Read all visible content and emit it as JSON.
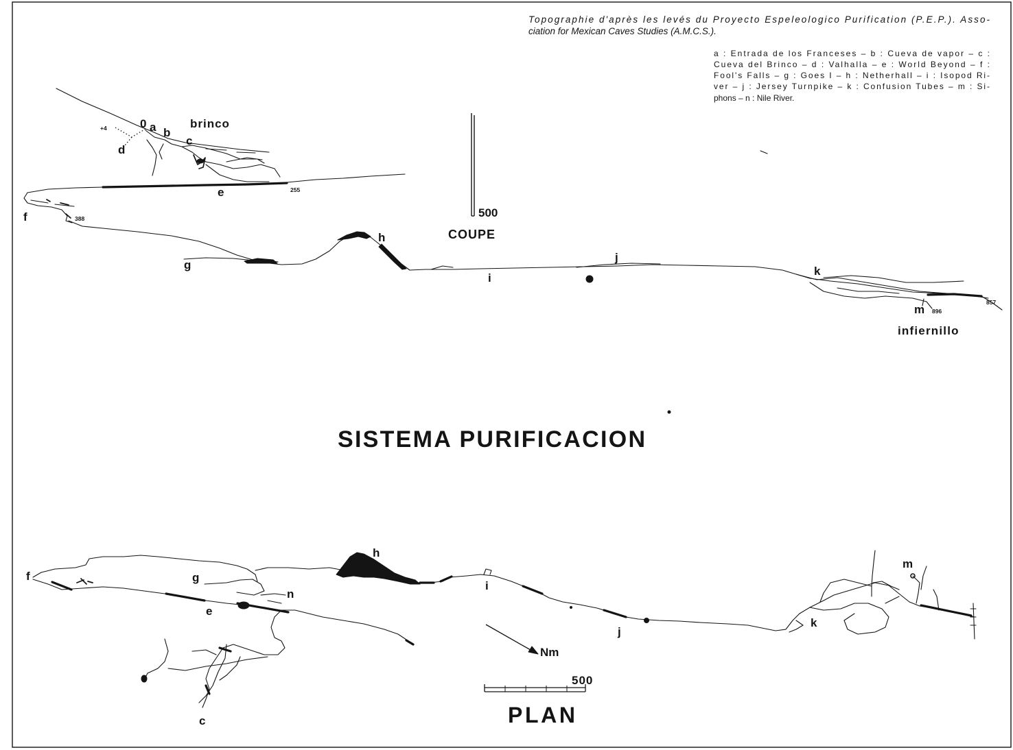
{
  "map": {
    "title": "SISTEMA PURIFICACION",
    "credit": {
      "line1": "Topographie d'après les levés du Proyecto Espeleologico Purification (P.E.P.). Asso-",
      "line2": "ciation for Mexican Caves Studies (A.M.C.S.)."
    },
    "legend": {
      "lines": [
        "a : Entrada de los Franceses – b : Cueva de vapor – c :",
        "Cueva del Brinco – d : Valhalla – e : World Beyond – f :",
        "Fool's Falls – g : Goes I – h : Netherhall – i : Isopod Ri-",
        "ver – j : Jersey Turnpike – k : Confusion Tubes – m : Si-",
        "phons – n : Nile River."
      ]
    },
    "coupe": {
      "view_label": "COUPE",
      "scale_label": "500",
      "labels": {
        "plus4": "+4",
        "zero": "0",
        "a": "a",
        "b": "b",
        "brinco": "brinco",
        "c": "c",
        "d": "d",
        "e": "e",
        "depth_e": "255",
        "f": "f",
        "depth_f": "388",
        "g": "g",
        "h": "h",
        "i": "i",
        "j": "j",
        "k": "k",
        "m": "m",
        "depth_m": "896",
        "depth_end": "857",
        "infiernillo": "infiernillo"
      }
    },
    "plan": {
      "view_label": "PLAN",
      "scale_label": "500",
      "north_label": "Nm",
      "labels": {
        "f": "f",
        "g": "g",
        "n": "n",
        "e": "e",
        "h": "h",
        "i": "i",
        "j": "j",
        "k": "k",
        "m": "m",
        "c": "c"
      }
    },
    "colors": {
      "ink": "#141414",
      "paper": "#ffffff"
    }
  }
}
